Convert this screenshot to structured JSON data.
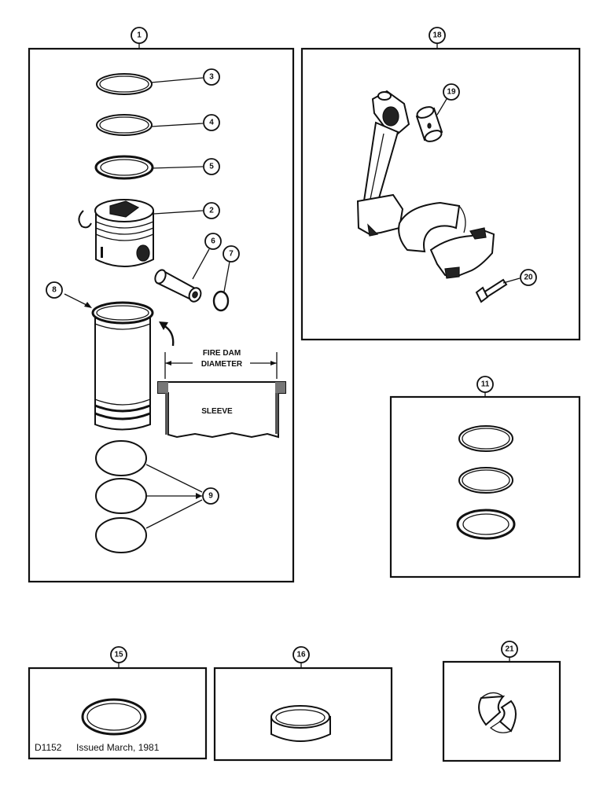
{
  "callouts": {
    "c1": "1",
    "c2": "2",
    "c3": "3",
    "c4": "4",
    "c5": "5",
    "c6": "6",
    "c7": "7",
    "c8": "8",
    "c9": "9",
    "c11": "11",
    "c15": "15",
    "c16": "16",
    "c18": "18",
    "c19": "19",
    "c20": "20",
    "c21": "21"
  },
  "labels": {
    "fire_dam_line1": "FIRE DAM",
    "fire_dam_line2": "DIAMETER",
    "sleeve": "SLEEVE"
  },
  "footer": {
    "code": "D1152",
    "issued": "Issued March, 1981"
  }
}
